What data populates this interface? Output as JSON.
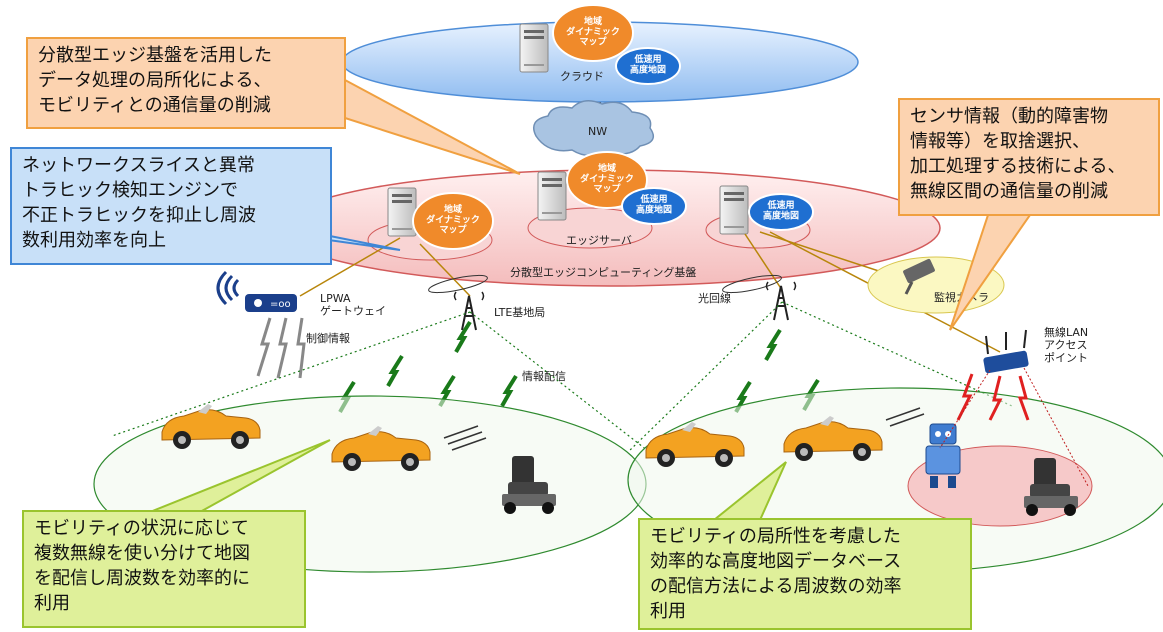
{
  "cloud_layer": {
    "label": "クラウド",
    "dynamic_map": "地域\nダイナミック\nマップ",
    "hd_map": "低速用\n高度地図"
  },
  "network": {
    "label": "NW"
  },
  "edge_layer": {
    "platform_label": "分散型エッジコンピューティング基盤",
    "server_label": "エッジサーバ",
    "dynamic_map": "地域\nダイナミック\nマップ",
    "hd_map": "低速用\n高度地図"
  },
  "devices": {
    "lpwa": "LPWA\nゲートウェイ",
    "control_info": "制御情報",
    "lte": "LTE基地局",
    "info_delivery": "情報配信",
    "fiber": "光回線",
    "camera": "監視カメラ",
    "wlan": "無線LAN\nアクセス\nポイント"
  },
  "callouts": {
    "top_left": "分散型エッジ基盤を活用した\nデータ処理の局所化による、\nモビリティとの通信量の削減",
    "left": "ネットワークスライスと異常\nトラヒック検知エンジンで\n不正トラヒックを抑止し周波\n数利用効率を向上",
    "top_right": "センサ情報（動的障害物\n情報等）を取捨選択、\n加工処理する技術による、\n無線区間の通信量の削減",
    "bottom_left": "モビリティの状況に応じて\n複数無線を使い分けて地図\nを配信し周波数を効率的に\n利用",
    "bottom_right": "モビリティの局所性を考慮した\n効率的な高度地図データベース\nの配信方法による周波数の効率\n利用"
  },
  "colors": {
    "orange_bubble": "#f08a2a",
    "blue_bubble": "#1f6fd1",
    "radio_green": "#1a7a1a",
    "radio_red": "#e02020",
    "fiber_line": "#b8860b"
  }
}
